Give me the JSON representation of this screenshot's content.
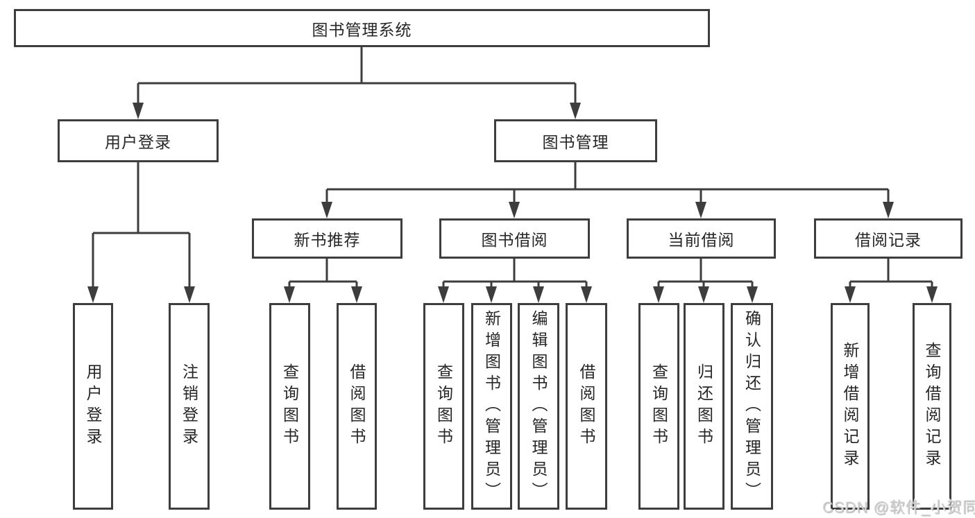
{
  "diagram": {
    "root": {
      "label": "图书管理系统"
    },
    "children": [
      {
        "label": "用户登录",
        "children": [
          {
            "label": "用户登录"
          },
          {
            "label": "注销登录"
          }
        ]
      },
      {
        "label": "图书管理",
        "children": [
          {
            "label": "新书推荐",
            "children": [
              {
                "label": "查询图书"
              },
              {
                "label": "借阅图书"
              }
            ]
          },
          {
            "label": "图书借阅",
            "children": [
              {
                "label": "查询图书"
              },
              {
                "label": "新增图书（管理员）"
              },
              {
                "label": "编辑图书（管理员）"
              },
              {
                "label": "借阅图书"
              }
            ]
          },
          {
            "label": "当前借阅",
            "children": [
              {
                "label": "查询图书"
              },
              {
                "label": "归还图书"
              },
              {
                "label": "确认归还（管理员）"
              }
            ]
          },
          {
            "label": "借阅记录",
            "children": [
              {
                "label": "新增借阅记录"
              },
              {
                "label": "查询借阅记录"
              }
            ]
          }
        ]
      }
    ]
  },
  "watermark": {
    "text": "CSDN @软件_小贺同学"
  },
  "colors": {
    "line": "#3d3d3d",
    "text": "#262626",
    "fill": "#ffffff",
    "bg": "#ffffff",
    "watermark": "#cfcfcf"
  }
}
